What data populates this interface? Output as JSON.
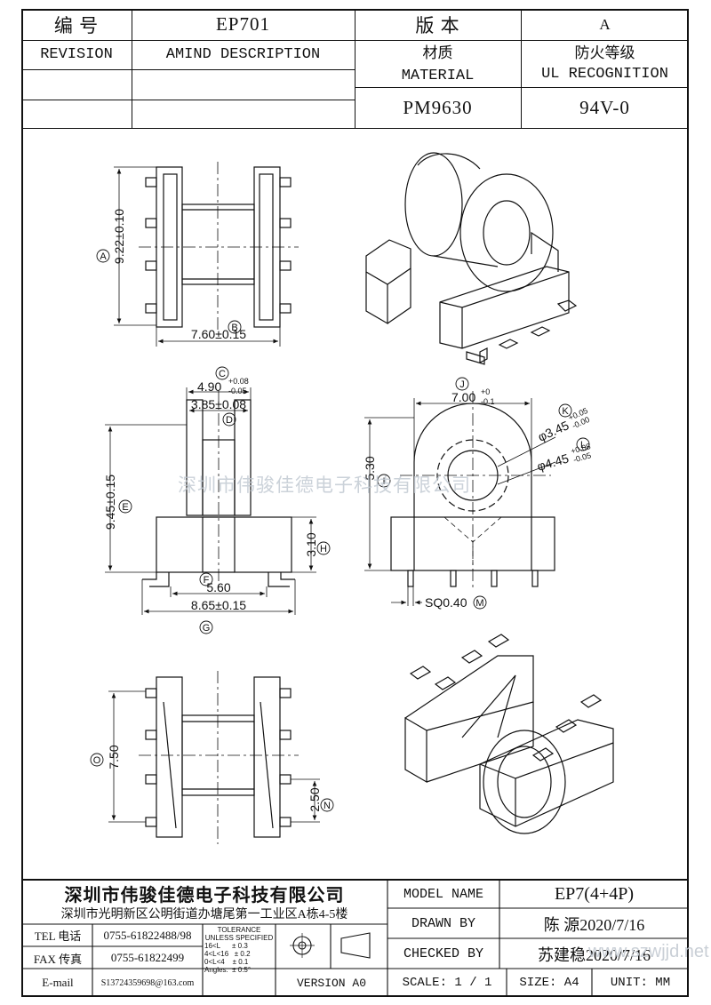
{
  "header": {
    "no_label": "编  号",
    "part_no": "EP701",
    "version_label": "版  本",
    "version": "A",
    "revision_label": "REVISION",
    "amend_label": "AMIND DESCRIPTION",
    "material_label_cn": "材质",
    "material_label_en": "MATERIAL",
    "ul_label_cn": "防火等级",
    "ul_label_en": "UL RECOGNITION",
    "material": "PM9630",
    "ul_rating": "94V-0"
  },
  "dimensions": {
    "A": "9.22±0.10",
    "B": "7.60±0.15",
    "C_base": "4.90",
    "C_tol_plus": "+0.08",
    "C_tol_minus": "-0.05",
    "D": "3.85±0.08",
    "E": "9.45±0.15",
    "F": "5.60",
    "G": "8.65±0.15",
    "H": "3.10",
    "I": "5.30",
    "J_base": "7.00",
    "J_tol_plus": "+0",
    "J_tol_minus": "-0.1",
    "K_base": "φ3.45",
    "K_tol_plus": "+0.05",
    "K_tol_minus": "-0.00",
    "L_base": "φ4.45",
    "L_tol_plus": "+0.08",
    "L_tol_minus": "-0.05",
    "M": "SQ0.40",
    "N": "2.50",
    "O": "7.50"
  },
  "markers": [
    "A",
    "B",
    "C",
    "D",
    "E",
    "F",
    "G",
    "H",
    "I",
    "J",
    "K",
    "L",
    "M",
    "N",
    "O"
  ],
  "watermark": "深圳市伟骏佳德电子科技有限公司",
  "title_block": {
    "company": "深圳市伟骏佳德电子科技有限公司",
    "address": "深圳市光明新区公明街道办塘尾第一工业区A栋4-5楼",
    "tel_label": "TEL 电话",
    "tel": "0755-61822488/98",
    "fax_label": "FAX 传真",
    "fax": "0755-61822499",
    "email_label": "E-mail",
    "email": "S13724359698@163.com",
    "tolerance_title": "TOLERANCE UNLESS SPECIFIED",
    "tolerance_rows": [
      "16<L      ± 0.3",
      "4<L<16   ± 0.2",
      "0<L<4    ± 0.1",
      "Angles:  ± 0.5°"
    ],
    "version_label": "VERSION A0",
    "model_label": "MODEL NAME",
    "model": "EP7(4+4P)",
    "drawn_label": "DRAWN BY",
    "drawn": "陈 源2020/7/16",
    "checked_label": "CHECKED BY",
    "checked": "苏建稳2020/7/16",
    "scale_label": "SCALE: 1 / 1",
    "size_label": "SIZE: A4",
    "unit_label": "UNIT: MM"
  },
  "watermark_url": "www.szwjjd.net"
}
